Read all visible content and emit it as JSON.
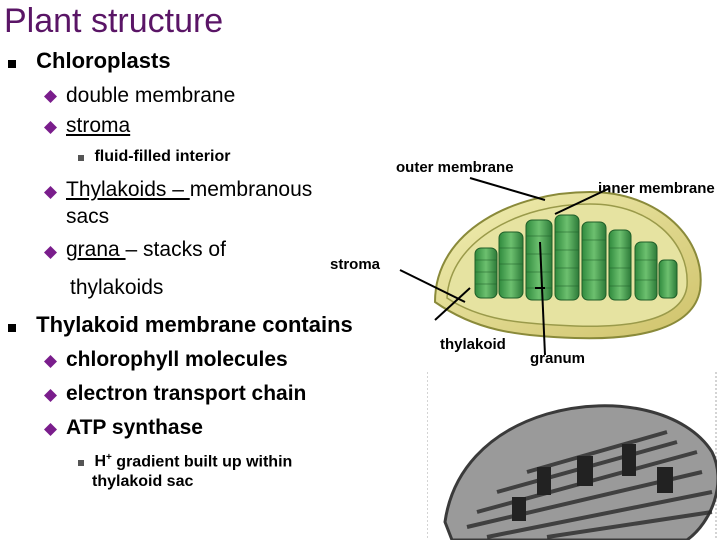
{
  "slide": {
    "title": "Plant structure",
    "chloroplasts": {
      "heading": "Chloroplasts",
      "items": {
        "double_membrane": "double membrane",
        "stroma": "stroma",
        "fluid": "fluid-filled interior",
        "thylakoids_term": "Thylakoids – ",
        "thylakoids_desc_1": "membranous",
        "thylakoids_desc_2": "sacs",
        "grana_term": "grana ",
        "grana_desc_1": "– stacks of",
        "grana_desc_2": "thylakoids"
      }
    },
    "thylakoid_membrane": {
      "heading": "Thylakoid membrane contains",
      "items": [
        "chlorophyll molecules",
        "electron transport chain",
        "ATP synthase"
      ],
      "sub_prefix": "H",
      "sub_sup": "+",
      "sub_line1": " gradient built up within",
      "sub_line2": "thylakoid sac"
    },
    "diagram_labels": {
      "outer_membrane": "outer membrane",
      "inner_membrane": "inner membrane",
      "stroma": "stroma",
      "thylakoid": "thylakoid",
      "granum": "granum"
    }
  }
}
